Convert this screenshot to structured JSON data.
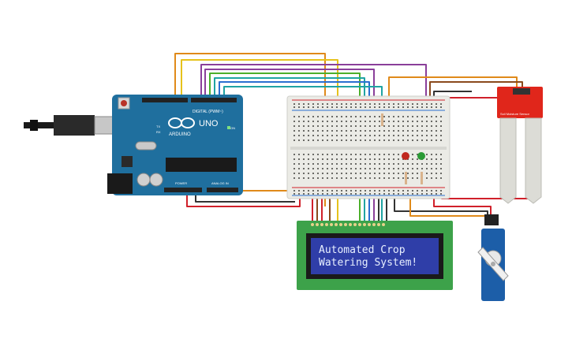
{
  "arduino": {
    "brand": "ARDUINO",
    "model": "UNO",
    "digital_label": "DIGITAL (PWM~)",
    "analog_label": "ANALOG IN",
    "power_label": "POWER",
    "tx_label": "TX",
    "rx_label": "RX",
    "on_label": "ON"
  },
  "lcd": {
    "line1": "Automated Crop",
    "line2": "Watering System!"
  },
  "sensor": {
    "label": "Soil Moisture Sensor"
  },
  "colors": {
    "arduino_board": "#1f6f9e",
    "breadboard": "#ebebe6",
    "lcd_pcb": "#3da24a",
    "lcd_screen": "#2f3ea8",
    "sensor_pcb": "#e0261b",
    "servo_body": "#1c5ea8",
    "led_red": "#c0281e",
    "led_green": "#2a9a35",
    "wire_orange": "#e08a1a",
    "wire_purple": "#8a3f9a",
    "wire_yellow": "#e6c21c",
    "wire_green": "#4caf2a",
    "wire_teal": "#1fa3a3",
    "wire_blue": "#2a6fd0",
    "wire_red": "#d0202a",
    "wire_black": "#333333",
    "wire_brown": "#8a4a1c"
  }
}
